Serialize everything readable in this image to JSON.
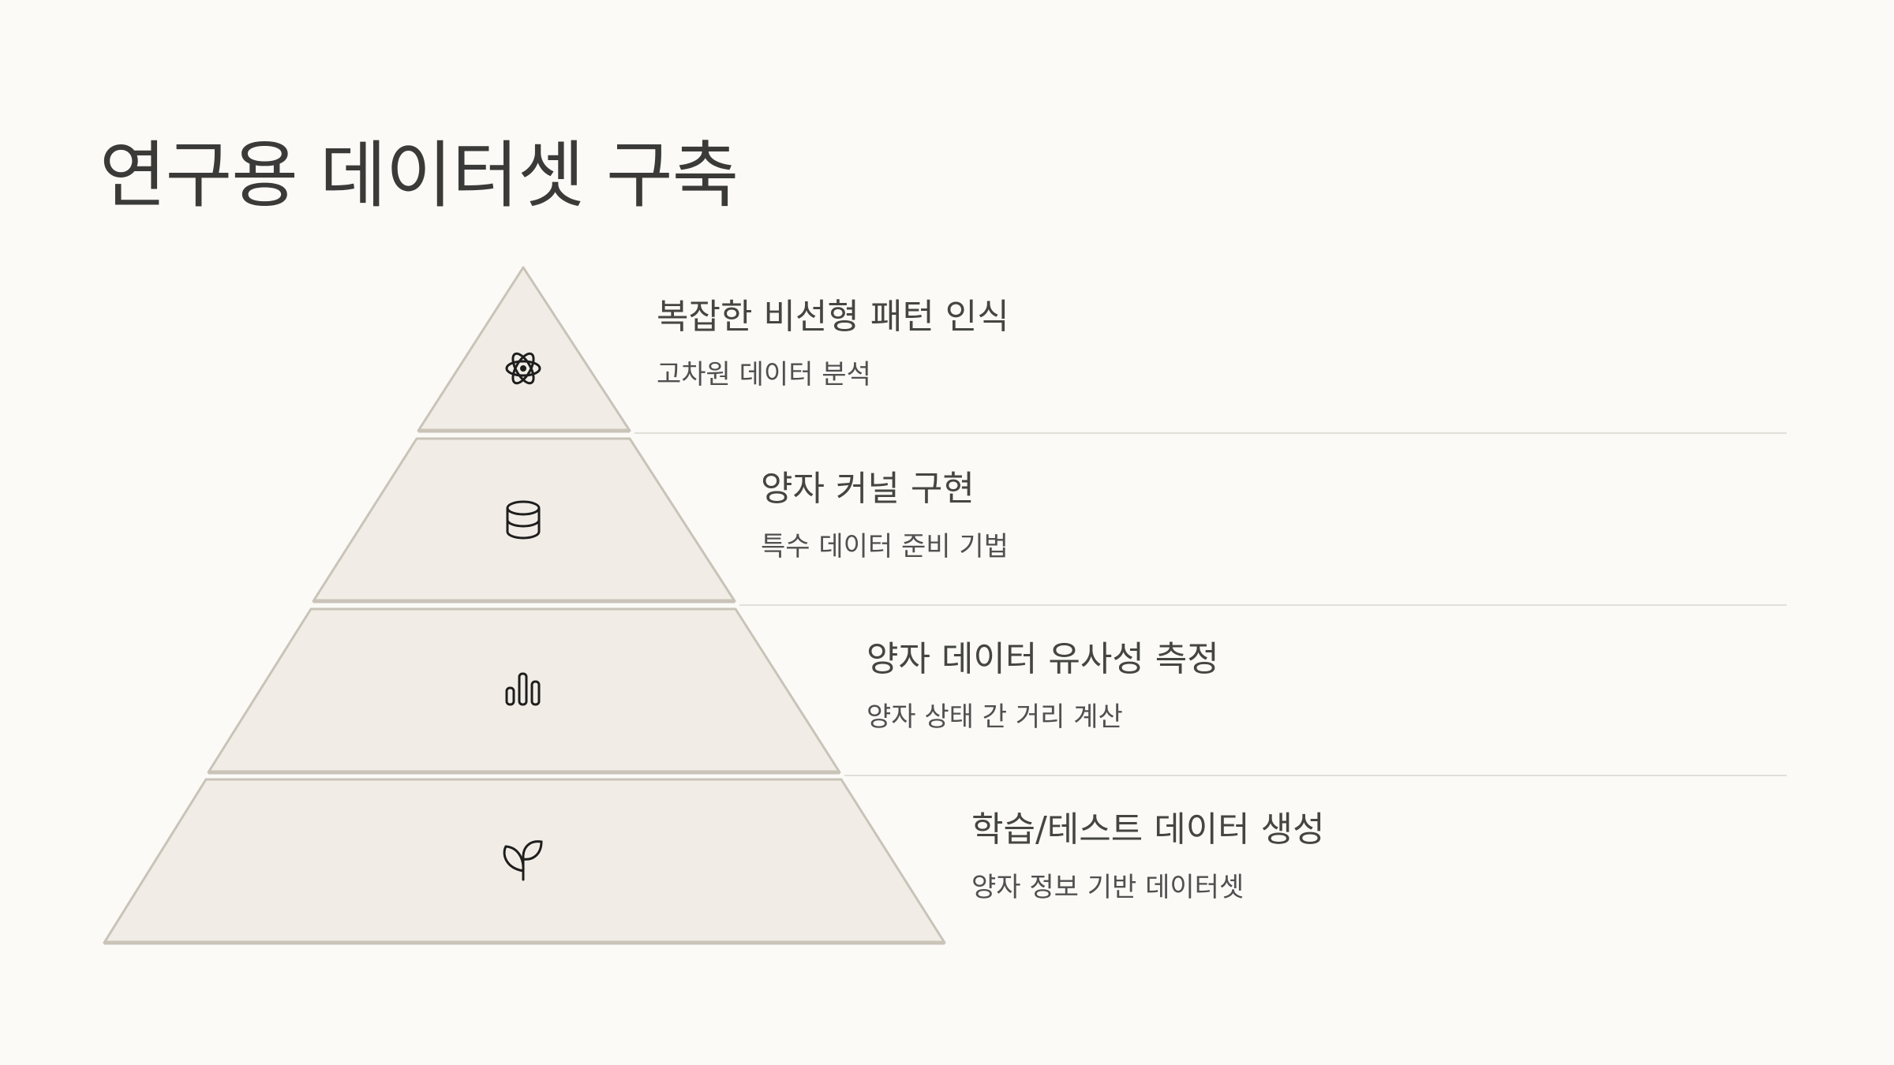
{
  "title": "연구용 데이터셋 구축",
  "tiers": [
    {
      "heading": "복잡한 비선형 패턴 인식",
      "sub": "고차원 데이터 분석",
      "icon": "atom-icon"
    },
    {
      "heading": "양자 커널 구현",
      "sub": "특수 데이터 준비 기법",
      "icon": "database-icon"
    },
    {
      "heading": "양자 데이터 유사성 측정",
      "sub": "양자 상태 간 거리 계산",
      "icon": "bar-chart-icon"
    },
    {
      "heading": "학습/테스트 데이터 생성",
      "sub": "양자 정보 기반 데이터셋",
      "icon": "sprout-icon"
    }
  ],
  "colors": {
    "background": "#fbfaf7",
    "tier_fill": "#f1ede6",
    "tier_stroke": "#c9c3b8",
    "divider": "#e2dfd8"
  }
}
